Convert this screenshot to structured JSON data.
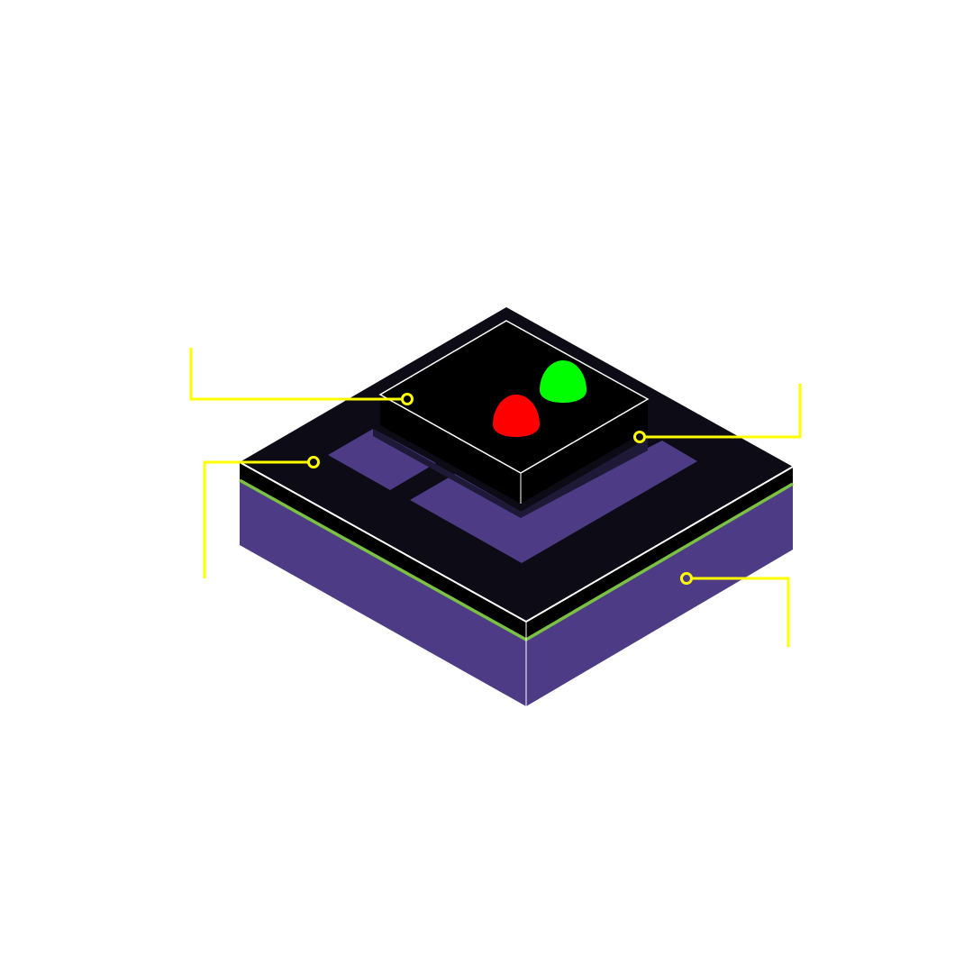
{
  "diagram": {
    "background_color": "#ffffff",
    "colors": {
      "substrate_side": "#4d3b85",
      "substrate_top": "#0c0b16",
      "substrate_rim": "#000000",
      "trace_accent": "#7bc143",
      "pad": "#4d3b85",
      "die_shadow": "#1e1936",
      "die_body": "#000000",
      "edge_highlight": "#ffffff",
      "callout": "#ffff00"
    },
    "components": [
      {
        "id": "substrate",
        "label": ""
      },
      {
        "id": "die",
        "label": ""
      },
      {
        "id": "led-green",
        "label": "",
        "color": "#00ff00"
      },
      {
        "id": "led-red",
        "label": "",
        "color": "#ff0000"
      },
      {
        "id": "led-blue",
        "label": "",
        "color": "#0000ff"
      }
    ],
    "callouts": [
      {
        "id": "callout-die-top",
        "text": ""
      },
      {
        "id": "callout-die-edge",
        "text": ""
      },
      {
        "id": "callout-substrate-top",
        "text": ""
      },
      {
        "id": "callout-substrate-side",
        "text": ""
      }
    ]
  }
}
